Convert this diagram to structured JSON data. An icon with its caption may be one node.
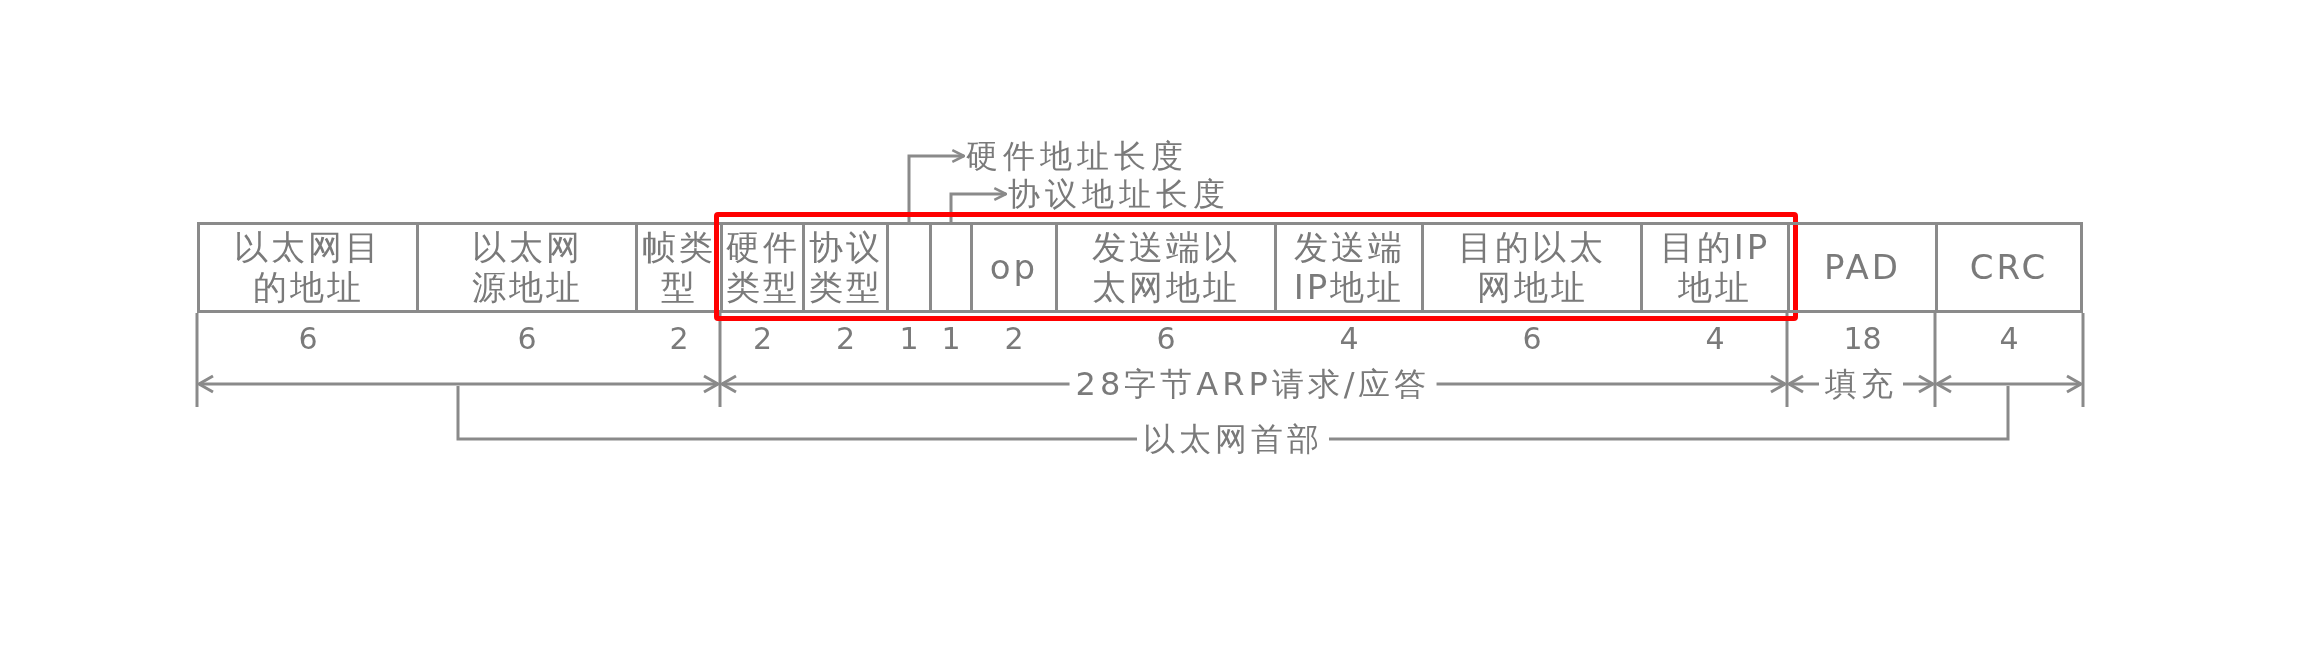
{
  "diagram": {
    "nodes": [
      {
        "text": [
          "以太网目的地址"
        ],
        "beside": [
          "6"
        ]
      },
      {
        "text": [
          "以太网源地址"
        ],
        "beside": [
          "6"
        ]
      },
      {
        "text": [
          "帧类型"
        ],
        "beside": [
          "2"
        ]
      },
      {
        "text": [],
        "shape": "box"
      },
      {
        "text": [
          "硬件类型"
        ],
        "in": 3,
        "beside": [
          "2"
        ]
      },
      {
        "text": [
          "协议类型"
        ],
        "in": 3,
        "beside": [
          "2"
        ]
      },
      {
        "text": [],
        "shape": "box",
        "in": 3,
        "beside": [
          "1"
        ]
      },
      {
        "text": [],
        "shape": "box",
        "in": 3,
        "beside": [
          "1"
        ]
      },
      {
        "text": [
          "op"
        ],
        "in": 3,
        "beside": [
          "2"
        ]
      },
      {
        "text": [
          "发送端以太网地址"
        ],
        "in": 3,
        "beside": [
          "6"
        ]
      },
      {
        "text": [
          "发送端IP地址"
        ],
        "in": 3,
        "beside": [
          "4"
        ]
      },
      {
        "text": [
          "目的以太网地址"
        ],
        "in": 3,
        "beside": [
          "6"
        ]
      },
      {
        "text": [
          "目的IP地址"
        ],
        "in": 3,
        "beside": [
          "4"
        ]
      },
      {
        "text": [
          "PAD"
        ],
        "beside": [
          "18"
        ]
      },
      {
        "text": [
          "CRC"
        ],
        "beside": [
          "4"
        ]
      },
      {
        "text": [
          "硬件地址长度"
        ]
      },
      {
        "text": [
          "协议地址长度"
        ]
      }
    ],
    "edges": [
      {
        "from": 6,
        "to": 15,
        "arrow": "to"
      },
      {
        "from": 7,
        "to": 16,
        "arrow": "to"
      }
    ],
    "labels": [
      "28字节ARP请求/应答",
      "填充",
      "以太网首部"
    ]
  }
}
